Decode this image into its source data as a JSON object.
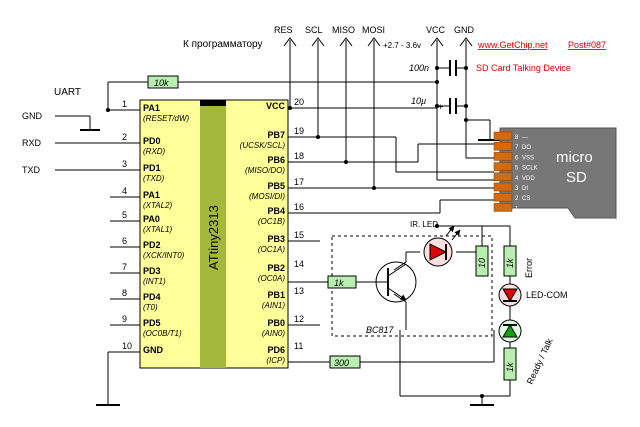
{
  "header": {
    "programmer_label": "К программатору",
    "prog_pins": [
      "RES",
      "SCL",
      "MISO",
      "MOSI"
    ],
    "power_pins": [
      "VCC",
      "GND"
    ],
    "voltage": "+2.7 - 3.6v",
    "site": "www.GetChip.net",
    "post": "Post#087",
    "project": "SD Card Talking Device",
    "accent_color": "#e00000"
  },
  "uart": {
    "title": "UART",
    "lines": [
      "GND",
      "RXD",
      "TXD"
    ]
  },
  "chip": {
    "name": "ATtiny2313",
    "body_color": "#ffff99",
    "core_color": "#a4b83c",
    "left_pins": [
      {
        "num": "1",
        "name": "PA1",
        "alt": "(RESET/dW)"
      },
      {
        "num": "2",
        "name": "PD0",
        "alt": "(RXD)"
      },
      {
        "num": "3",
        "name": "PD1",
        "alt": "(TXD)"
      },
      {
        "num": "4",
        "name": "PA1",
        "alt": "(XTAL2)"
      },
      {
        "num": "5",
        "name": "PA0",
        "alt": "(XTAL1)"
      },
      {
        "num": "6",
        "name": "PD2",
        "alt": "(XCK/INT0)"
      },
      {
        "num": "7",
        "name": "PD3",
        "alt": "(INT1)"
      },
      {
        "num": "8",
        "name": "PD4",
        "alt": "(T0)"
      },
      {
        "num": "9",
        "name": "PD5",
        "alt": "(OC0B/T1)"
      },
      {
        "num": "10",
        "name": "GND",
        "alt": ""
      }
    ],
    "right_pins": [
      {
        "num": "20",
        "name": "VCC",
        "alt": ""
      },
      {
        "num": "19",
        "name": "PB7",
        "alt": "(UCSK/SCL)"
      },
      {
        "num": "18",
        "name": "PB6",
        "alt": "(MISO/DO)"
      },
      {
        "num": "17",
        "name": "PB5",
        "alt": "(MOSI/DI)"
      },
      {
        "num": "16",
        "name": "PB4",
        "alt": "(OC1B)"
      },
      {
        "num": "15",
        "name": "PB3",
        "alt": "(OC1A)"
      },
      {
        "num": "14",
        "name": "PB2",
        "alt": "(OC0A)"
      },
      {
        "num": "13",
        "name": "PB1",
        "alt": "(AIN1)"
      },
      {
        "num": "12",
        "name": "PB0",
        "alt": "(AIN0)"
      },
      {
        "num": "11",
        "name": "PD6",
        "alt": "(ICP)"
      }
    ]
  },
  "parts": {
    "r_reset": "10k",
    "r_base": "1k",
    "r_ir": "10",
    "r_err": "1k",
    "r_ready": "1k",
    "r_pd6": "300",
    "c1": "100n",
    "c2": "10µ",
    "transistor": "BC817",
    "ir_led": "IR. LED",
    "led_error": "Error",
    "led_com": "LED-COM",
    "led_ready": "Ready / Talk",
    "resistor_color": "#b8eeb0"
  },
  "sd": {
    "title_line1": "micro",
    "title_line2": "SD",
    "pins": [
      {
        "num": "8",
        "name": "---"
      },
      {
        "num": "7",
        "name": "DO"
      },
      {
        "num": "6",
        "name": "VSS"
      },
      {
        "num": "5",
        "name": "SCLK"
      },
      {
        "num": "4",
        "name": "VDD"
      },
      {
        "num": "3",
        "name": "DI"
      },
      {
        "num": "2",
        "name": "CS"
      },
      {
        "num": "1",
        "name": "---"
      }
    ],
    "body_color": "#777777",
    "contact_color": "#d46a10"
  }
}
